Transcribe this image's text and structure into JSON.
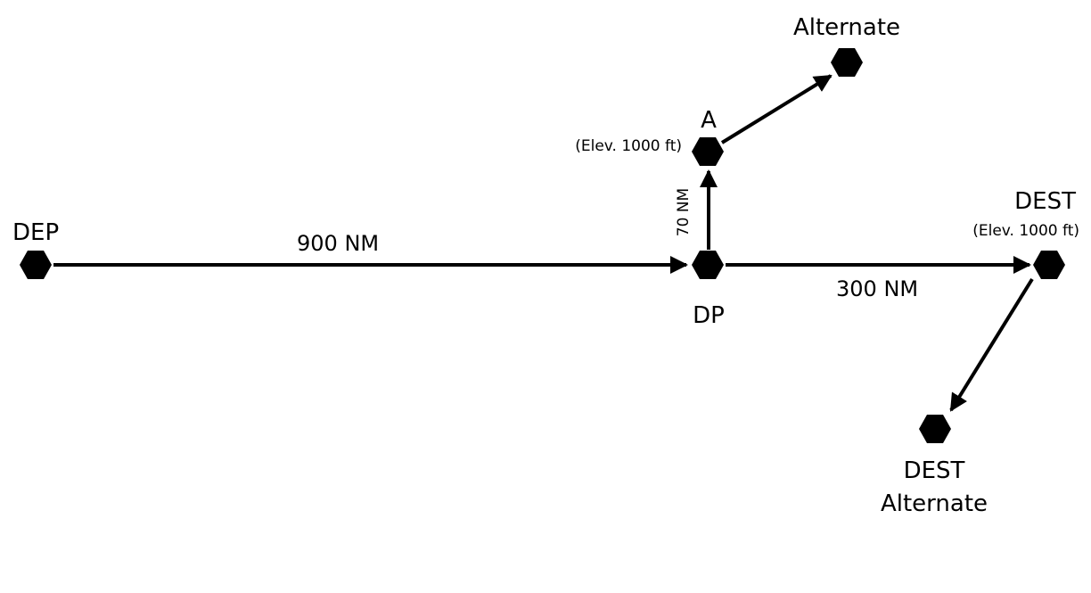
{
  "colors": {
    "ink": "#000000",
    "background": "#ffffff"
  },
  "nodes": {
    "dep": {
      "label": "DEP"
    },
    "dp": {
      "label": "DP"
    },
    "a": {
      "label": "A",
      "elevation": "(Elev. 1000 ft)"
    },
    "alternate": {
      "label": "Alternate"
    },
    "dest": {
      "label": "DEST",
      "elevation": "(Elev. 1000 ft)"
    },
    "dest_alternate": {
      "label_line1": "DEST",
      "label_line2": "Alternate"
    }
  },
  "legs": {
    "dep_dp": {
      "distance": "900 NM"
    },
    "dp_a": {
      "distance": "70 NM"
    },
    "dp_dest": {
      "distance": "300 NM"
    }
  }
}
